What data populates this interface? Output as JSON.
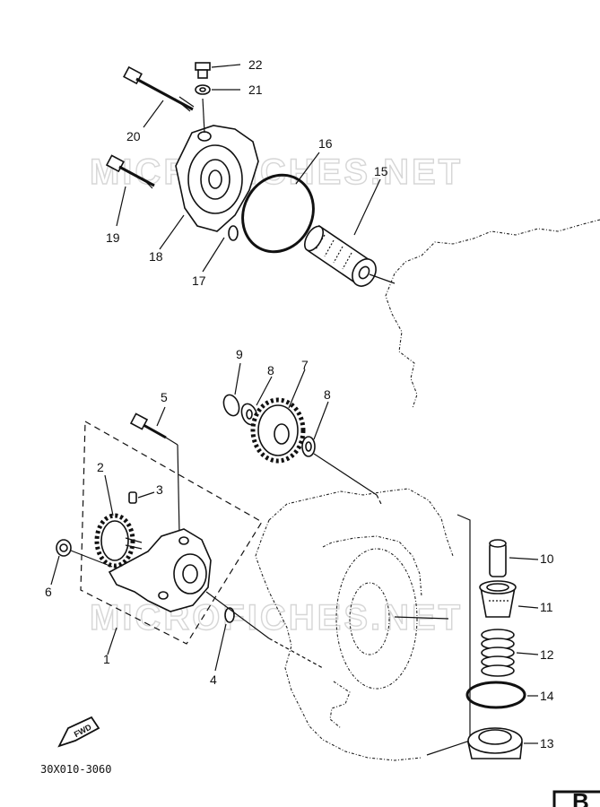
{
  "diagram": {
    "watermark": "MICROFICHES.NET",
    "catalog_code": "30X010-3060",
    "fwd_label": "FWD",
    "corner_letter": "B",
    "parts": [
      {
        "id": "p1",
        "number": "1"
      },
      {
        "id": "p2",
        "number": "2"
      },
      {
        "id": "p3",
        "number": "3"
      },
      {
        "id": "p4",
        "number": "4"
      },
      {
        "id": "p5",
        "number": "5"
      },
      {
        "id": "p6",
        "number": "6"
      },
      {
        "id": "p7",
        "number": "7"
      },
      {
        "id": "p8a",
        "number": "8"
      },
      {
        "id": "p8b",
        "number": "8"
      },
      {
        "id": "p9",
        "number": "9"
      },
      {
        "id": "p10",
        "number": "10"
      },
      {
        "id": "p11",
        "number": "11"
      },
      {
        "id": "p12",
        "number": "12"
      },
      {
        "id": "p13",
        "number": "13"
      },
      {
        "id": "p14",
        "number": "14"
      },
      {
        "id": "p15",
        "number": "15"
      },
      {
        "id": "p16",
        "number": "16"
      },
      {
        "id": "p17",
        "number": "17"
      },
      {
        "id": "p18",
        "number": "18"
      },
      {
        "id": "p19",
        "number": "19"
      },
      {
        "id": "p20",
        "number": "20"
      },
      {
        "id": "p21",
        "number": "21"
      },
      {
        "id": "p22",
        "number": "22"
      }
    ]
  }
}
